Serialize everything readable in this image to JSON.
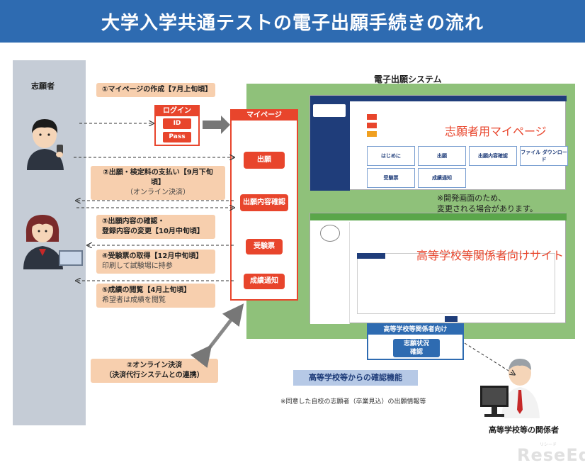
{
  "title": "大学入学共通テストの電子出願手続きの流れ",
  "applicant_label": "志願者",
  "system_label": "電子出願システム",
  "steps": {
    "s1": "①マイページの作成【7月上旬頃】",
    "s2_main": "②出願・検定料の支払い【9月下旬頃】",
    "s2_sub": "（オンライン決済）",
    "s3_line1": "③出願内容の確認・",
    "s3_line2": "登録内容の変更【10月中旬頃】",
    "s4_main": "④受験票の取得【12月中旬頃】",
    "s4_sub": "印刷して試験場に持参",
    "s5_main": "⑤成績の閲覧【4月上旬頃】",
    "s5_sub": "希望者は成績を閲覧"
  },
  "login": {
    "title": "ログイン",
    "id": "ID",
    "pass": "Pass"
  },
  "mypage": {
    "title": "マイページ",
    "buttons": [
      "出願",
      "出願内容確認",
      "受験票",
      "成績通知"
    ]
  },
  "screen1": {
    "overlay": "志願者用マイページ",
    "tiles": [
      "はじめに",
      "出願",
      "出願内容確認",
      "ファイル ダウンロード",
      "受験票",
      "成績通知"
    ]
  },
  "note": {
    "line1": "※開発画面のため、",
    "line2": "変更される場合があります。"
  },
  "screen2": {
    "overlay": "高等学校等関係者向けサイト"
  },
  "online_payment": {
    "line1": "②オンライン決済",
    "line2": "（決済代行システムとの連携）"
  },
  "hs_box": {
    "title": "高等学校等関係者向け",
    "button_line1": "志願状況",
    "button_line2": "確認"
  },
  "confirm_function": "高等学校等からの確認機能",
  "confirm_note": "※同意した自校の志願者（卒業見込）の出願情報等",
  "hs_person_label": "高等学校等の関係者",
  "watermark": "ReseEd",
  "watermark_small": "リシード",
  "colors": {
    "title_bg": "#2e6bb1",
    "accent_red": "#e8452c",
    "step_bg": "#f7cfae",
    "system_green": "#8fc17a",
    "applicant_col": "#c5ccd6"
  }
}
